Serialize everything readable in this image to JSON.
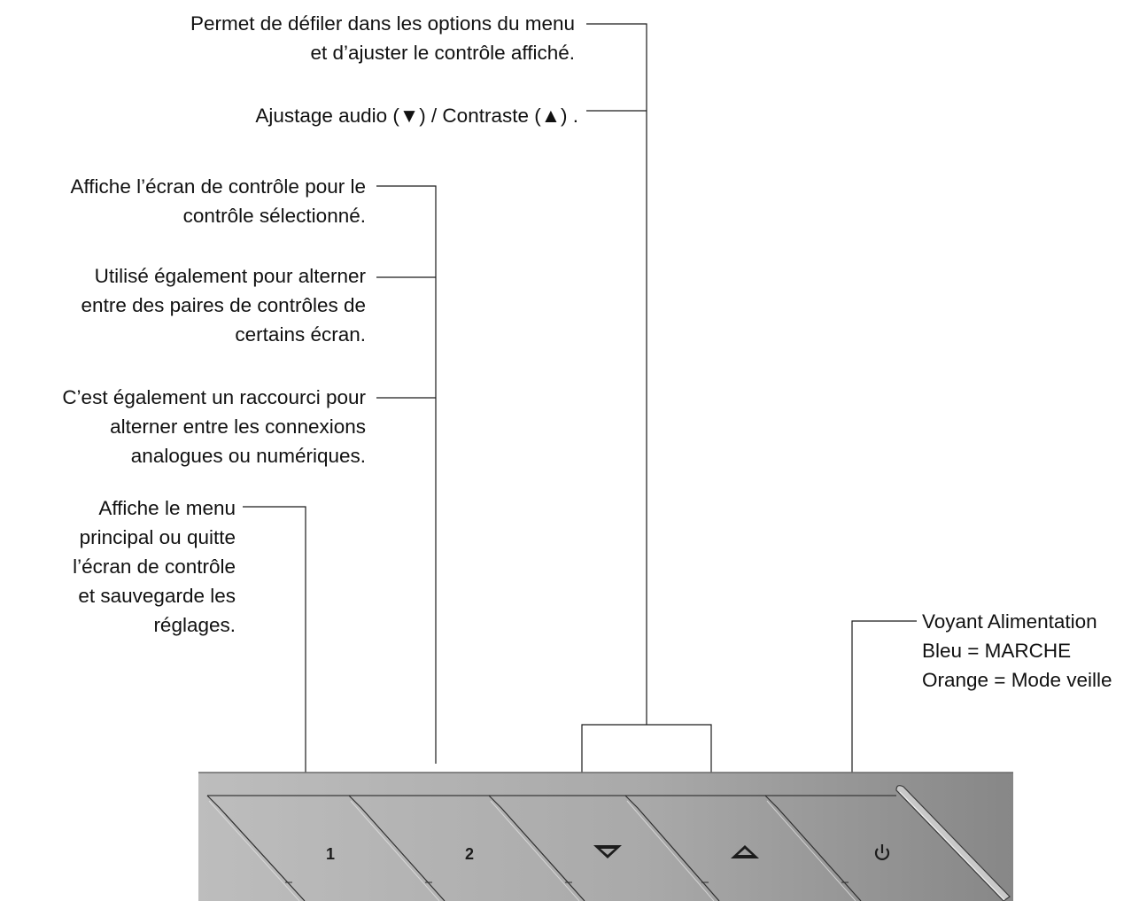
{
  "callouts": {
    "scroll": {
      "lines": [
        "Permet de défiler dans les options du menu",
        "et d’ajuster le contrôle affiché."
      ]
    },
    "audio_contrast": {
      "lines": [
        "Ajustage audio (▼) / Contraste  (▲) ."
      ]
    },
    "button2_a": {
      "lines": [
        "Affiche l’écran de contrôle pour le",
        "contrôle sélectionné."
      ]
    },
    "button2_b": {
      "lines": [
        "Utilisé également pour alterner",
        "entre des paires de contrôles de",
        "certains écran."
      ]
    },
    "button2_c": {
      "lines": [
        "C’est également un raccourci pour",
        "alterner entre les connexions",
        "analogues ou numériques."
      ]
    },
    "button1": {
      "lines": [
        "Affiche le menu",
        "principal ou quitte",
        "l’écran de contrôle",
        "et sauvegarde les",
        "réglages."
      ]
    },
    "power_led": {
      "lines": [
        "Voyant Alimentation",
        "Bleu = MARCHE",
        "Orange = Mode veille"
      ]
    }
  },
  "panel": {
    "buttons": [
      {
        "name": "button-1",
        "label": "1"
      },
      {
        "name": "button-2",
        "label": "2"
      },
      {
        "name": "down-button",
        "icon": "triangle-down-icon"
      },
      {
        "name": "up-button",
        "icon": "triangle-up-icon"
      },
      {
        "name": "power-button",
        "icon": "power-icon"
      }
    ],
    "colors": {
      "panel_light": "#bcbcbc",
      "panel_dark": "#8a8a8a",
      "line": "#1a1a1a"
    }
  }
}
